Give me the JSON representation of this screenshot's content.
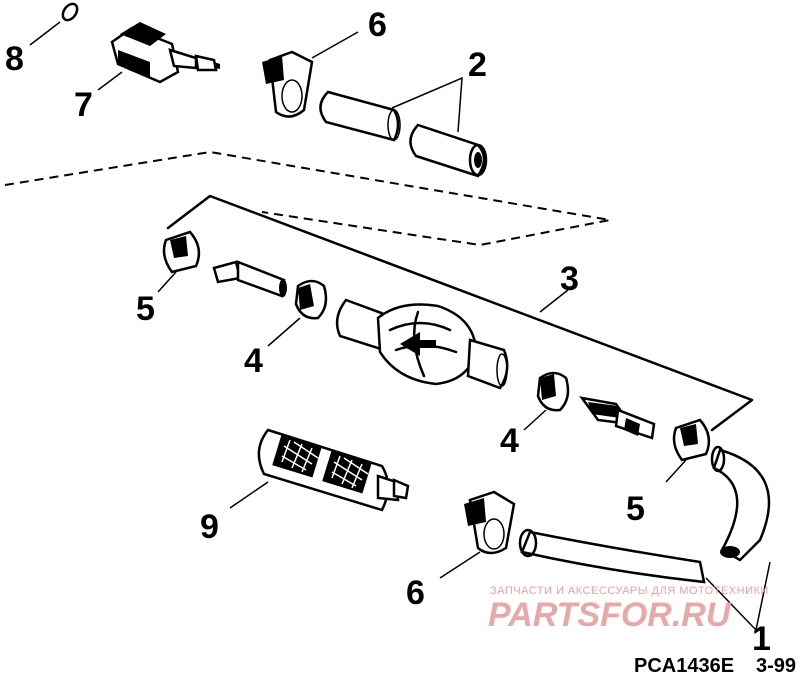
{
  "callouts": {
    "c8": "8",
    "c7": "7",
    "c6_top": "6",
    "c2": "2",
    "c3": "3",
    "c5_left": "5",
    "c4_left": "4",
    "c4_right": "4",
    "c5_right": "5",
    "c9": "9",
    "c6_bottom": "6",
    "c1": "1"
  },
  "watermark": {
    "tagline": "ЗАПЧАСТИ И АКСЕССУАРЫ ДЛЯ МОТОТЕХНИКИ",
    "brand": "PARTSFOR.RU"
  },
  "figure": {
    "code": "PCA1436E",
    "page": "3-99"
  }
}
